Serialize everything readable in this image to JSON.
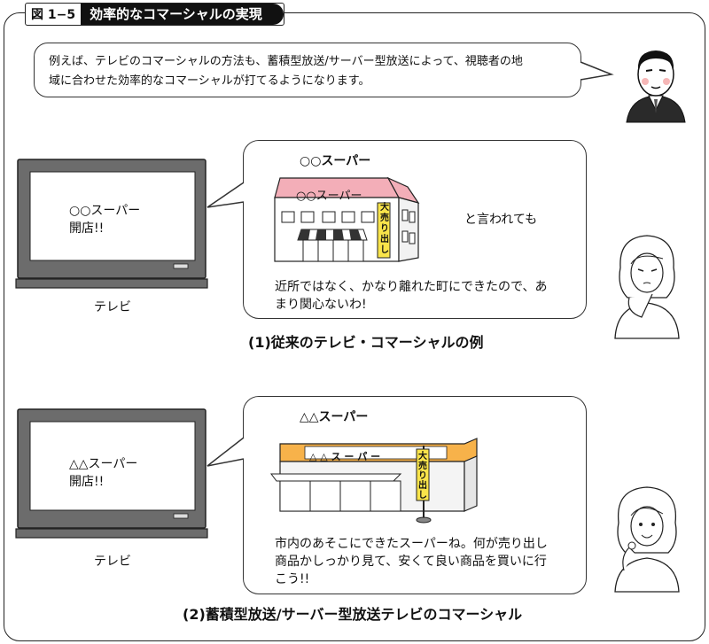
{
  "figure": {
    "number": "図 1−5",
    "title": "効率的なコマーシャルの実現"
  },
  "intro": {
    "line1": "例えば、テレビのコマーシャルの方法も、蓄積型放送/サーバー型放送によって、視聴者の地",
    "line2": "域に合わせた効率的なコマーシャルが打てるようになります。"
  },
  "panel1": {
    "tv_text_line1": "○○スーパー",
    "tv_text_line2": "開店!!",
    "tv_label": "テレビ",
    "store_name": "○○スーパー",
    "store_sign": "○○スーパー",
    "banner_text": "大売り出し",
    "aside": "と言われても",
    "comment_line1": "近所ではなく、かなり離れた町にできたので、あ",
    "comment_line2": "まり関心ないわ!",
    "caption": "(1)従来のテレビ・コマーシャルの例"
  },
  "panel2": {
    "tv_text_line1": "△△スーパー",
    "tv_text_line2": "開店!!",
    "tv_label": "テレビ",
    "store_name": "△△スーパー",
    "store_sign": "△ △ ス ー パ ー",
    "banner_text": "大売り出し",
    "comment_line1": "市内のあそこにできたスーパーね。何が売り出し",
    "comment_line2": "商品かしっかり見て、安くて良い商品を買いに行",
    "comment_line3": "こう!!",
    "caption": "(2)蓄積型放送/サーバー型放送テレビのコマーシャル"
  },
  "colors": {
    "roof_pink": "#f3aeb8",
    "awning_orange": "#f7b24a",
    "banner_yellow": "#f9e44a",
    "tv_gray": "#6c6c6c"
  }
}
